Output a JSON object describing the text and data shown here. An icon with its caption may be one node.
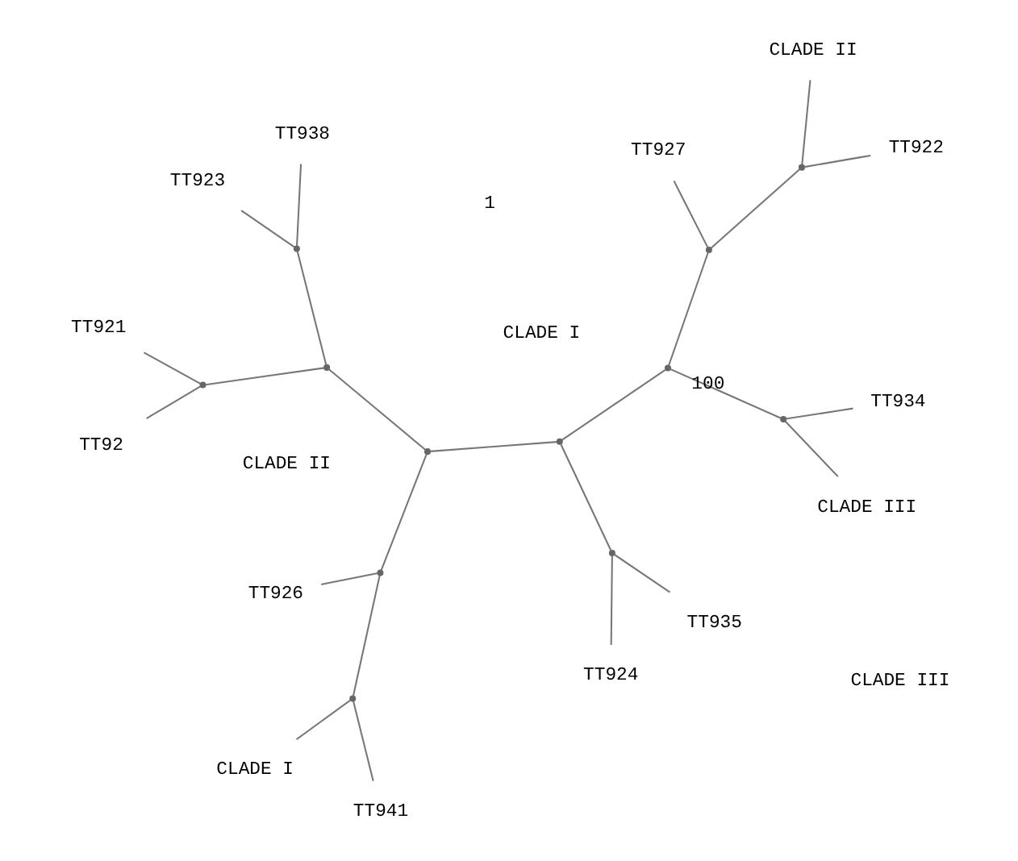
{
  "diagram": {
    "nodes": [
      {
        "text": [
          "TT923"
        ]
      },
      {
        "text": [
          "TT938"
        ]
      },
      {
        "text": [
          "CLADE I"
        ]
      },
      {
        "text": [
          "TT926"
        ]
      },
      {
        "text": [
          "TT941"
        ]
      },
      {
        "text": [
          "TT921"
        ]
      },
      {
        "text": [
          "TT92"
        ]
      },
      {
        "text": [
          "TT935"
        ]
      },
      {
        "text": [
          "TT924"
        ]
      },
      {
        "text": [
          "TT934"
        ]
      },
      {
        "text": [
          "CLADE III"
        ]
      },
      {
        "text": [
          "TT927"
        ]
      },
      {
        "text": [
          "TT922"
        ]
      },
      {
        "text": [
          "CLADE II"
        ]
      },
      {
        "text": [],
        "shape": "point"
      },
      {
        "text": [],
        "shape": "point"
      },
      {
        "text": [],
        "shape": "point"
      },
      {
        "text": [],
        "shape": "point"
      },
      {
        "text": [],
        "shape": "point"
      },
      {
        "text": [],
        "shape": "point"
      },
      {
        "text": [],
        "shape": "point"
      },
      {
        "text": [],
        "shape": "point"
      },
      {
        "text": [],
        "shape": "point"
      },
      {
        "text": [],
        "shape": "point"
      },
      {
        "text": [],
        "shape": "point"
      },
      {
        "text": [],
        "shape": "point"
      }
    ],
    "edges": [
      {
        "from": 14,
        "to": 0,
        "arrow": "none"
      },
      {
        "from": 14,
        "to": 1,
        "arrow": "none"
      },
      {
        "from": 15,
        "to": 5,
        "arrow": "none"
      },
      {
        "from": 15,
        "to": 6,
        "arrow": "none"
      },
      {
        "from": 18,
        "to": 14,
        "arrow": "none"
      },
      {
        "from": 18,
        "to": 15,
        "arrow": "none"
      },
      {
        "from": 16,
        "to": 2,
        "arrow": "none"
      },
      {
        "from": 16,
        "to": 4,
        "arrow": "none"
      },
      {
        "from": 17,
        "to": 3,
        "arrow": "none"
      },
      {
        "from": 17,
        "to": 16,
        "arrow": "none"
      },
      {
        "from": 19,
        "to": 18,
        "arrow": "none"
      },
      {
        "from": 19,
        "to": 17,
        "arrow": "none"
      },
      {
        "from": 20,
        "to": 19,
        "arrow": "none"
      },
      {
        "from": 21,
        "to": 7,
        "arrow": "none"
      },
      {
        "from": 21,
        "to": 8,
        "arrow": "none"
      },
      {
        "from": 20,
        "to": 21,
        "arrow": "none"
      },
      {
        "from": 22,
        "to": 20,
        "arrow": "none"
      },
      {
        "from": 22,
        "to": 23,
        "arrow": "none",
        "label": "100"
      },
      {
        "from": 23,
        "to": 9,
        "arrow": "none"
      },
      {
        "from": 23,
        "to": 10,
        "arrow": "none"
      },
      {
        "from": 22,
        "to": 24,
        "arrow": "none"
      },
      {
        "from": 24,
        "to": 11,
        "arrow": "none"
      },
      {
        "from": 24,
        "to": 25,
        "arrow": "none"
      },
      {
        "from": 25,
        "to": 12,
        "arrow": "none"
      },
      {
        "from": 25,
        "to": 13,
        "arrow": "none"
      }
    ],
    "labels": [
      "CLADE I",
      "CLADE III",
      "CLADE II",
      "1"
    ]
  }
}
